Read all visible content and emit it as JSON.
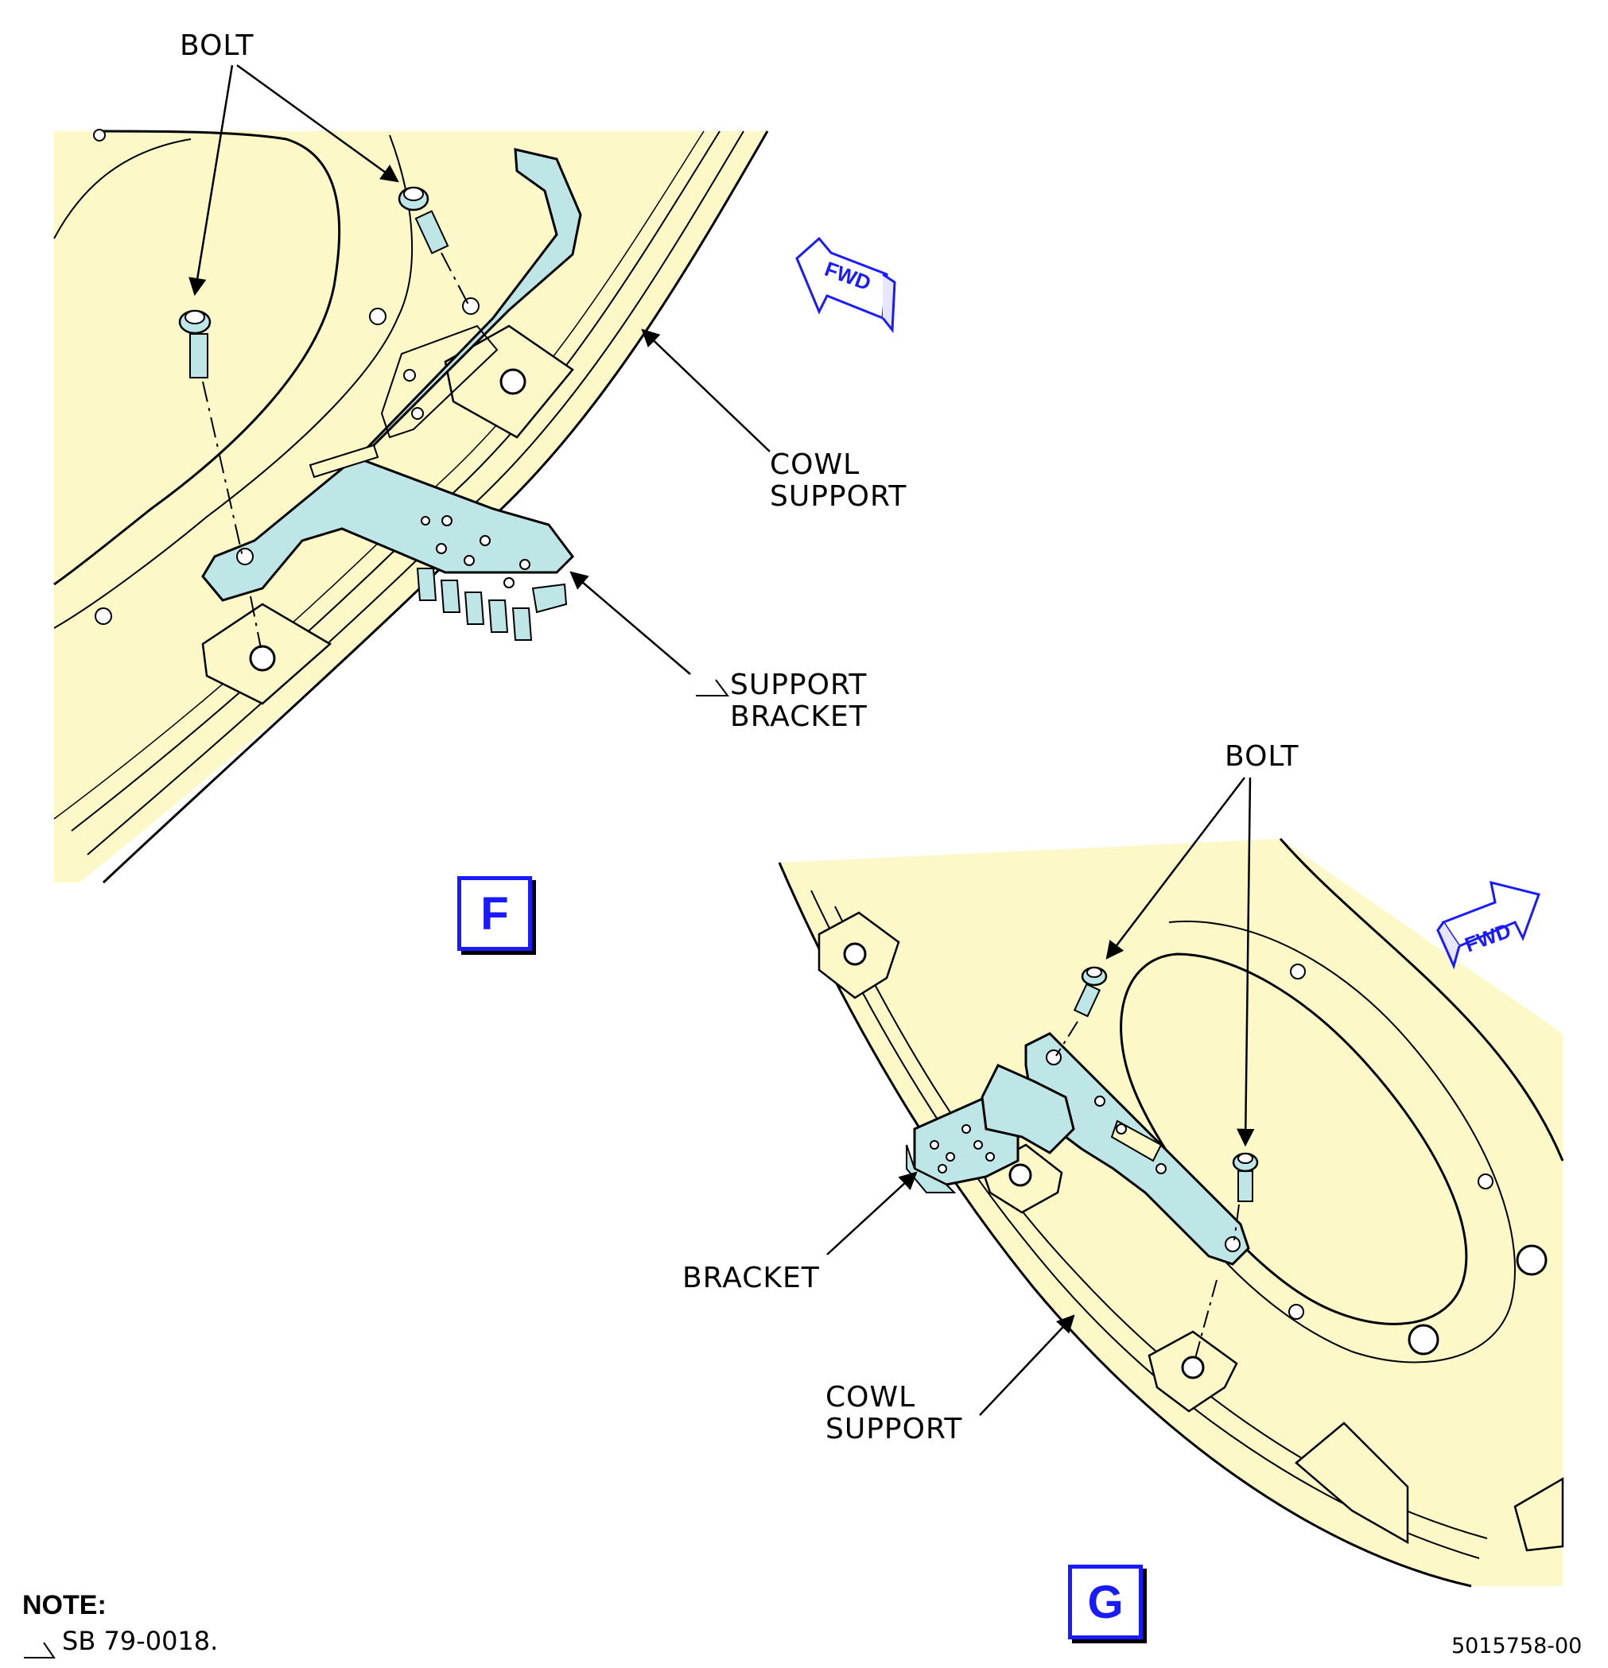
{
  "view_f": {
    "bolt_label": "BOLT",
    "cowl_support_line1": "COWL",
    "cowl_support_line2": "SUPPORT",
    "support_bracket_line1": "SUPPORT",
    "support_bracket_line2": "BRACKET",
    "view_letter": "F",
    "fwd_label": "FWD"
  },
  "view_g": {
    "bolt_label": "BOLT",
    "bracket_label": "BRACKET",
    "cowl_support_line1": "COWL",
    "cowl_support_line2": "SUPPORT",
    "view_letter": "G",
    "fwd_label": "FWD"
  },
  "note": {
    "title": "NOTE:",
    "text": "SB 79-0018."
  },
  "document_number": "5015758-00",
  "colors": {
    "panel_fill": "#fcf8c8",
    "bracket_fill": "#bfe6e6",
    "view_box_blue": "#1a1aff"
  }
}
